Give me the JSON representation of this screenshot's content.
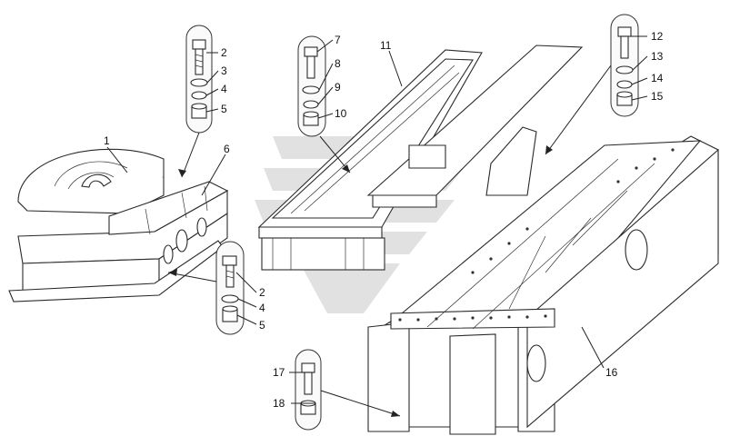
{
  "diagram": {
    "callouts": [
      {
        "id": "1"
      },
      {
        "id": "2"
      },
      {
        "id": "3"
      },
      {
        "id": "4"
      },
      {
        "id": "5"
      },
      {
        "id": "6"
      },
      {
        "id": "7"
      },
      {
        "id": "8"
      },
      {
        "id": "9"
      },
      {
        "id": "10"
      },
      {
        "id": "11"
      },
      {
        "id": "12"
      },
      {
        "id": "13"
      },
      {
        "id": "14"
      },
      {
        "id": "15"
      },
      {
        "id": "16"
      },
      {
        "id": "17"
      },
      {
        "id": "18"
      }
    ],
    "lower_left_group": {
      "labels": [
        "2",
        "4",
        "5"
      ]
    }
  }
}
